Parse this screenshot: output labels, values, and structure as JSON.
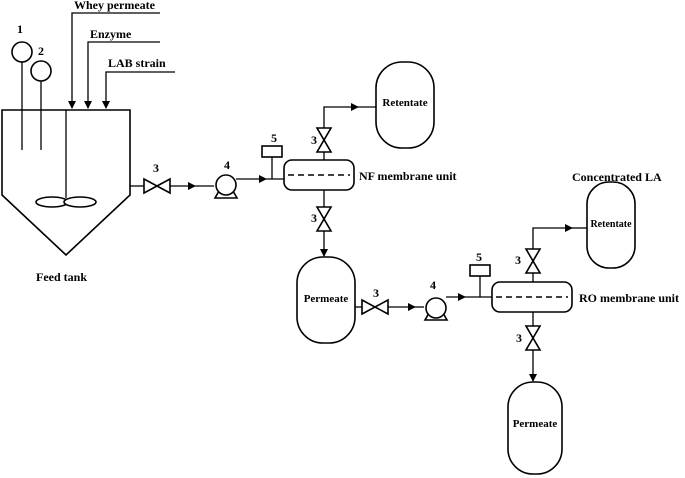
{
  "inputs": {
    "whey_permeate": "Whey permeate",
    "enzyme": "Enzyme",
    "lab_strain": "LAB strain"
  },
  "feed_tank": {
    "label": "Feed tank",
    "gauge_1": "1",
    "gauge_2": "2"
  },
  "stage1": {
    "valve_feed": "3",
    "pump": "4",
    "gauge": "5",
    "valve_retentate": "3",
    "valve_permeate": "3",
    "unit_label": "NF membrane unit",
    "retentate_vessel": "Retentate",
    "permeate_vessel": "Permeate"
  },
  "stage2": {
    "valve_feed": "3",
    "pump": "4",
    "gauge": "5",
    "valve_retentate": "3",
    "valve_permeate": "3",
    "unit_label": "RO membrane unit",
    "retentate_vessel": "Retentate",
    "retentate_title": "Concentrated LA",
    "permeate_vessel": "Permeate"
  },
  "colors": {
    "line": "#000000",
    "background": "#ffffff"
  }
}
